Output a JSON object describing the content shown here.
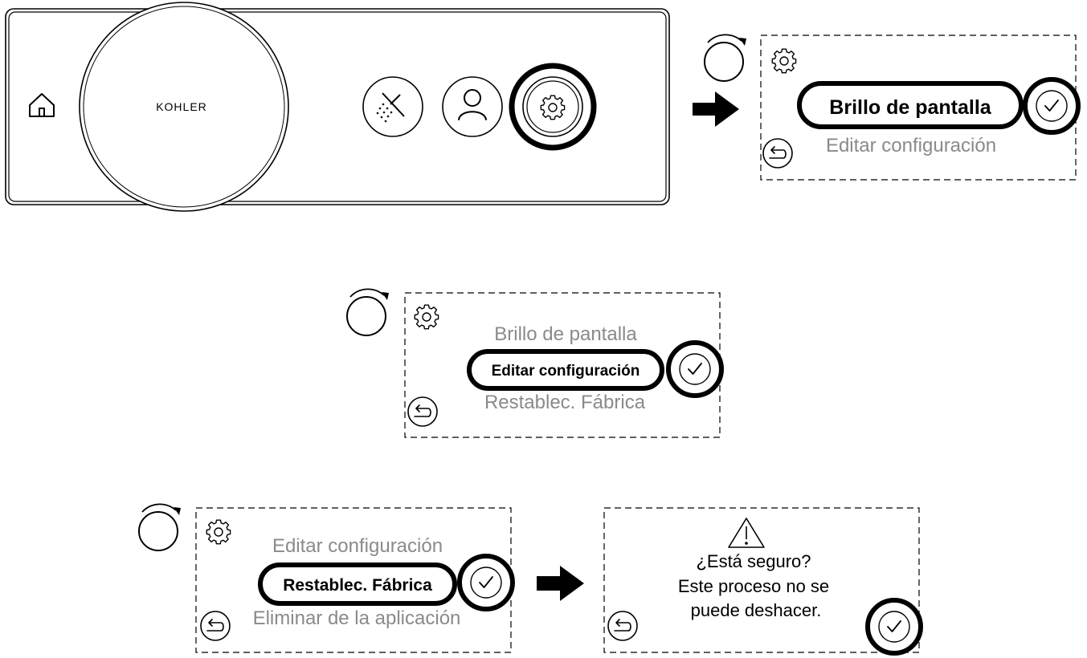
{
  "controller": {
    "brand": "KOHLER",
    "icons": [
      "home-icon",
      "shower-off-icon",
      "user-icon",
      "gear-icon"
    ]
  },
  "panel1": {
    "items": [
      "Brillo de pantalla",
      "Editar configuración"
    ],
    "selected_index": 0
  },
  "panel2": {
    "items": [
      "Brillo de pantalla",
      "Editar configuración",
      "Restablec. Fábrica"
    ],
    "selected_index": 1
  },
  "panel3": {
    "items": [
      "Editar configuración",
      "Restablec. Fábrica",
      "Eliminar de la aplicación"
    ],
    "selected_index": 1
  },
  "confirm": {
    "line1": "¿Está seguro?",
    "line2": "Este proceso no se",
    "line3": "puede deshacer."
  },
  "colors": {
    "ink": "#000000",
    "muted": "#8a8a8a",
    "background": "#ffffff"
  }
}
